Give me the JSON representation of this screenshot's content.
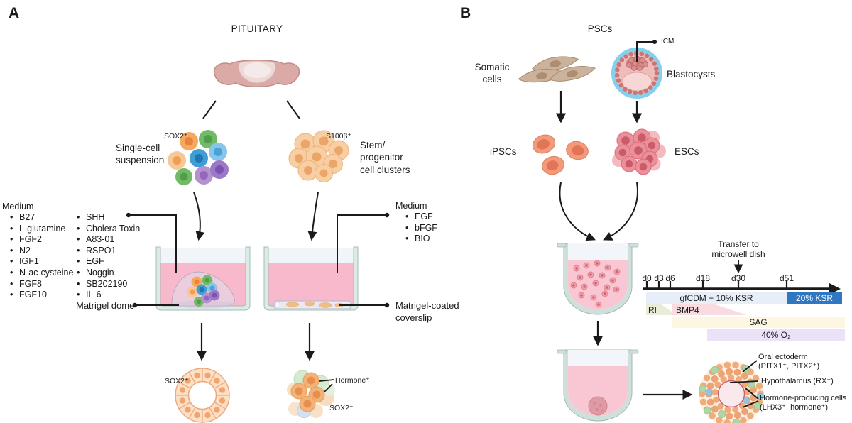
{
  "panelA": {
    "letter": "A",
    "title": "PITUITARY",
    "single_cell_label": "Single-cell\nsuspension",
    "sox2_suspension": "SOX2⁺",
    "s100b_clusters": "S100β⁺",
    "clusters_label": "Stem/\nprogenitor\ncell clusters",
    "medium_main": {
      "title": "Medium",
      "col1": [
        "B27",
        "L-glutamine",
        "FGF2",
        "N2",
        "IGF1",
        "N-ac-cysteine",
        "FGF8",
        "FGF10"
      ],
      "col2": [
        "SHH",
        "Cholera Toxin",
        "A83-01",
        "RSPO1",
        "EGF",
        "Noggin",
        "SB202190",
        "IL-6"
      ]
    },
    "medium_clusters": {
      "title": "Medium",
      "items": [
        "EGF",
        "bFGF",
        "BIO"
      ]
    },
    "matrigel_dome_label": "Matrigel dome",
    "coverslip_label": "Matrigel-coated\ncoverslip",
    "ring_organoid_label": "SOX2⁺",
    "hormone_label": "Hormone⁺",
    "cluster_sox2_label": "SOX2⁺"
  },
  "panelB": {
    "letter": "B",
    "title": "PSCs",
    "somatic_label": "Somatic\ncells",
    "blastocysts_label": "Blastocysts",
    "icm_label": "ICM",
    "ipsc_label": "iPSCs",
    "esc_label": "ESCs",
    "timeline": {
      "transfer_note": "Transfer to\nmicrowell dish",
      "ticks": [
        "d0",
        "d3",
        "d6",
        "d18",
        "d30",
        "d51"
      ],
      "phases": [
        {
          "label": "gfCDM + 10% KSR",
          "start": "d0",
          "end": "d51",
          "color": "#e8eef8"
        },
        {
          "label": "20% KSR",
          "start": "d51",
          "end": "end",
          "color": "#2f78c1"
        },
        {
          "label": "RI",
          "start": "d0",
          "end": "d6",
          "color": "#e9ecd8"
        },
        {
          "label": "BMP4",
          "start": "d6",
          "end": "d24",
          "color": "#fadce0"
        },
        {
          "label": "SAG",
          "start": "d6",
          "end": "end",
          "color": "#fdf6e1"
        },
        {
          "label": "40% O₂",
          "start": "d18",
          "end": "end",
          "color": "#ebe2f7"
        }
      ]
    },
    "organoid_labels": {
      "oral_ectoderm": "Oral ectoderm\n(PITX1⁺, PITX2⁺)",
      "hypothalamus": "Hypothalamus (RX⁺)",
      "hormone_cells": "Hormone-producing cells\n(LHX3⁺, hormone⁺)"
    }
  },
  "colors": {
    "medium_pink": "#f8b9cc",
    "dish_wall": "#dcebe5",
    "accent_blue_ksr": "#2f78c1"
  }
}
